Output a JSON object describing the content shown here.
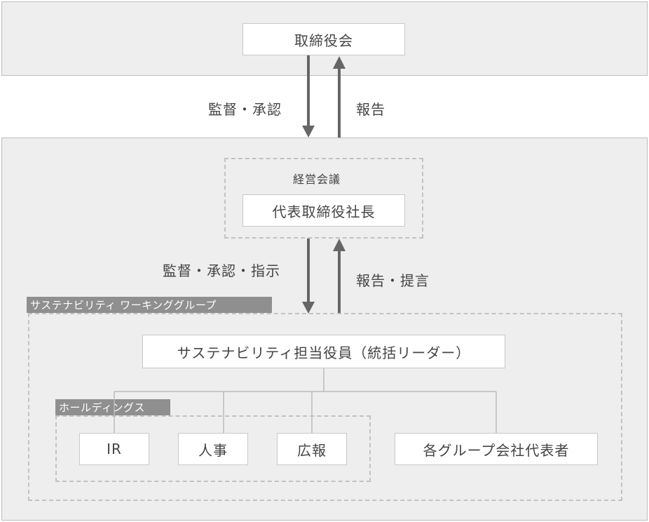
{
  "board": {
    "label": "取締役会"
  },
  "top_arrows": {
    "down_label": "監督・承認",
    "up_label": "報告"
  },
  "management": {
    "meeting_label": "経営会議",
    "president_label": "代表取締役社長"
  },
  "mid_arrows": {
    "down_label": "監督・承認・指示",
    "up_label": "報告・提言"
  },
  "working_group": {
    "tag": "サステナビリティ ワーキンググループ",
    "leader_label": "サステナビリティ担当役員（統括リーダー）"
  },
  "holdings": {
    "tag": "ホールディングス",
    "departments": [
      "IR",
      "人事",
      "広報"
    ]
  },
  "group_reps": {
    "label": "各グループ会社代表者"
  },
  "colors": {
    "panel_bg": "#eeeeee",
    "arrow": "#666666",
    "tag_bg": "#8f8f8f",
    "dashed": "#c2c2c2",
    "connector": "#bbbbbb"
  }
}
